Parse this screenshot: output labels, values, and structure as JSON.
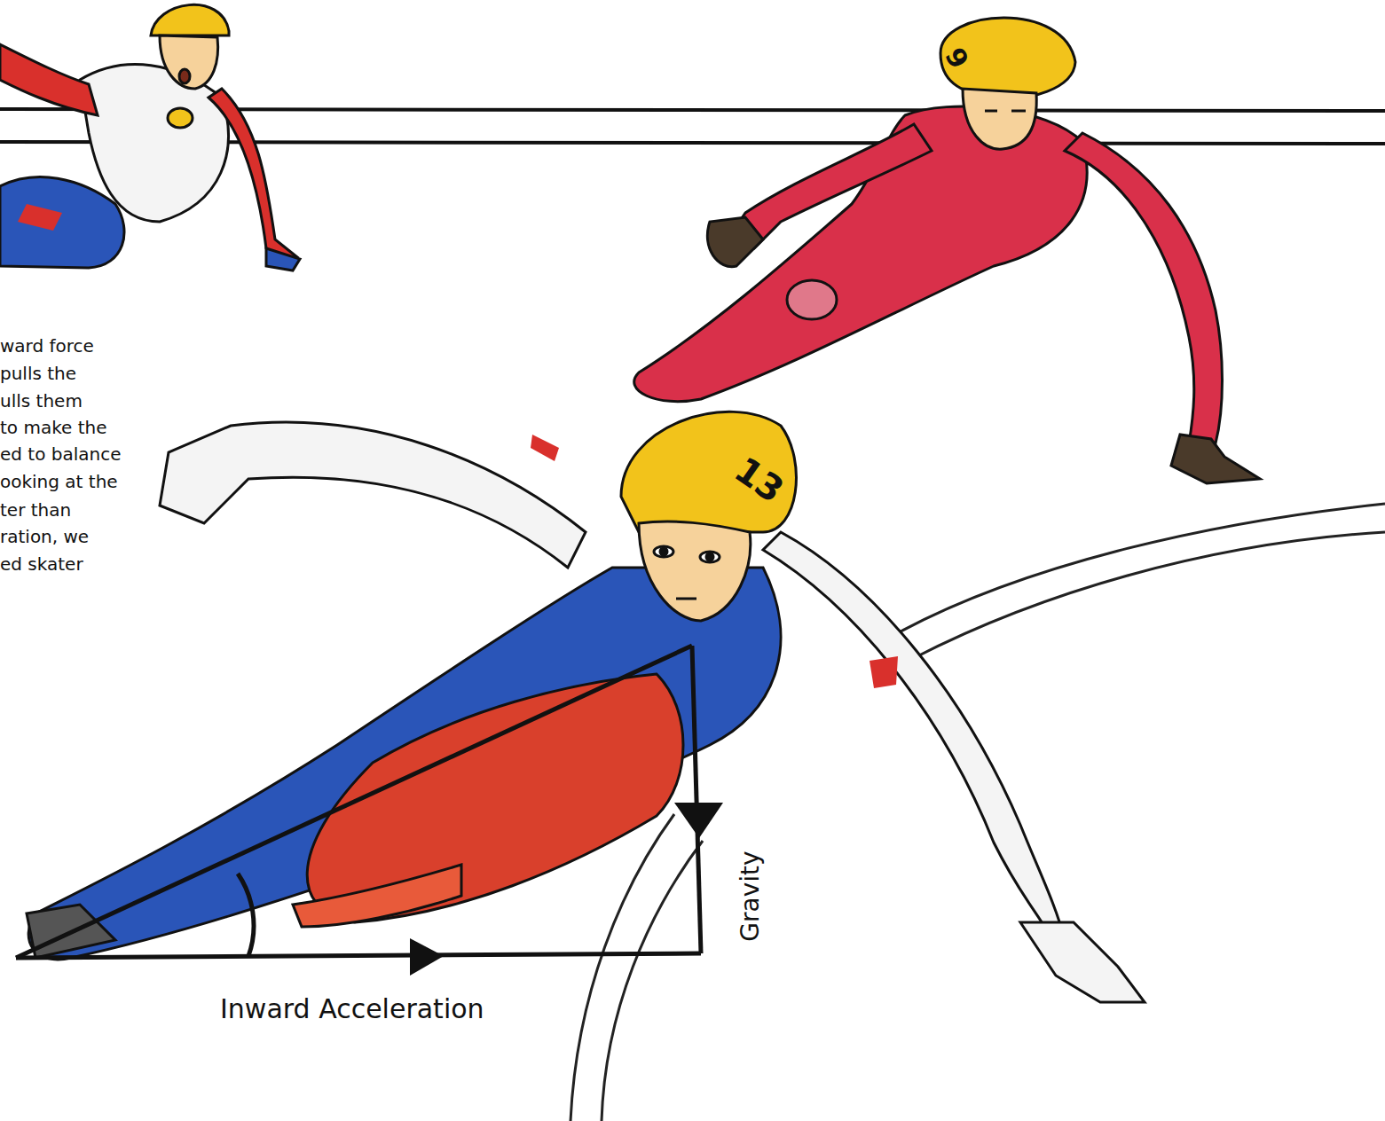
{
  "diagram": {
    "labels": [
      "ward force",
      "pulls the",
      "ulls them",
      "to make the",
      "ed to balance",
      "ooking at the",
      "ter than",
      "ration, we",
      "ed skater",
      "13",
      "9",
      "Gravity",
      "Inward Acceleration"
    ]
  }
}
